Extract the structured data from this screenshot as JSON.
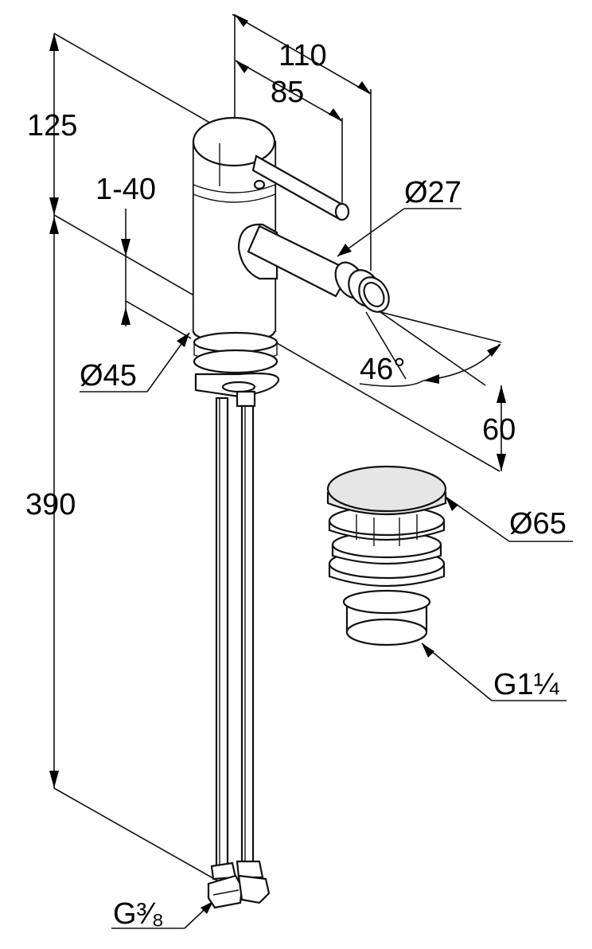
{
  "dimensions": {
    "d110": "110",
    "d85": "85",
    "d125": "125",
    "d1_40": "1-40",
    "d27": "Ø27",
    "d45": "Ø45",
    "d46": "46°",
    "d60": "60",
    "d390": "390",
    "d65": "Ø65",
    "g114": "G1¼",
    "g38": "G³⁄₈"
  }
}
